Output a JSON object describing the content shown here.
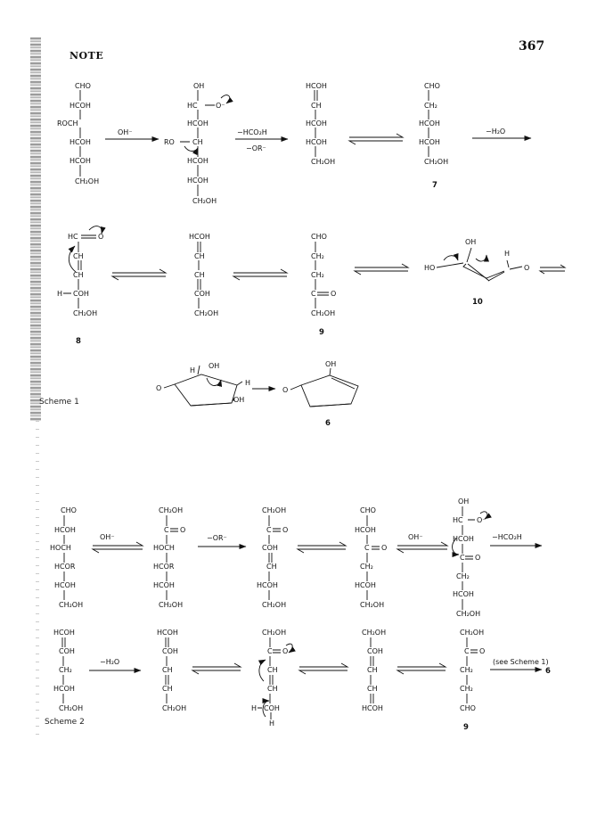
{
  "header": {
    "section": "NOTE",
    "page_number": "367"
  },
  "scheme1": {
    "label": "Scheme 1",
    "structures": {
      "s1": [
        "CHO",
        "HCOH",
        "ROCH",
        "HCOH",
        "HCOH",
        "CH₂OH"
      ],
      "s2": [
        "OH",
        "HC",
        "O⁻",
        "HCOH",
        "RO",
        "CH",
        "HCOH",
        "HCOH",
        "CH₂OH"
      ],
      "s3": [
        "HCOH",
        "CH",
        "HCOH",
        "HCOH",
        "CH₂OH"
      ],
      "s4": [
        "CHO",
        "CH₂",
        "HCOH",
        "HCOH",
        "CH₂OH"
      ],
      "s5": [
        "HC",
        "O",
        "CH",
        "CH",
        "H",
        "COH",
        "CH₂OH"
      ],
      "s6": [
        "HCOH",
        "CH",
        "CH",
        "COH",
        "CH₂OH"
      ],
      "s7": [
        "CHO",
        "CH₂",
        "CH₂",
        "C",
        "O",
        "CH₂OH"
      ],
      "s8": [
        "OH",
        "H",
        "HO",
        "O"
      ],
      "s9": [
        "H",
        "OH",
        "H",
        "OH",
        "O"
      ],
      "s10": [
        "OH",
        "O"
      ]
    },
    "reagents": {
      "r1": "OH⁻",
      "r2a": "−HCO₂H",
      "r2b": "−OR⁻",
      "r4": "−H₂O"
    },
    "compound_numbers": {
      "c7": "7",
      "c8": "8",
      "c9": "9",
      "c10": "10",
      "c6": "6"
    }
  },
  "scheme2": {
    "label": "Scheme 2",
    "structures": {
      "t1": [
        "CHO",
        "HCOH",
        "HOCH",
        "HCOR",
        "HCOH",
        "CH₂OH"
      ],
      "t2": [
        "CH₂OH",
        "C",
        "O",
        "HOCH",
        "HCOR",
        "HCOH",
        "CH₂OH"
      ],
      "t3": [
        "CH₂OH",
        "C",
        "O",
        "COH",
        "CH",
        "HCOH",
        "CH₂OH"
      ],
      "t4": [
        "CHO",
        "HCOH",
        "C",
        "O",
        "CH₂",
        "HCOH",
        "CH₂OH"
      ],
      "t5": [
        "OH",
        "HC",
        "O⁻",
        "HCOH",
        "C",
        "O",
        "CH₂",
        "HCOH",
        "CH₂OH"
      ],
      "u1": [
        "HCOH",
        "COH",
        "CH₂",
        "HCOH",
        "CH₂OH"
      ],
      "u2": [
        "HCOH",
        "COH",
        "CH",
        "CH",
        "CH₂OH"
      ],
      "u3": [
        "CH₂OH",
        "C",
        "O",
        "CH",
        "CH",
        "H",
        "COH",
        "H"
      ],
      "u4": [
        "CH₂OH",
        "COH",
        "CH",
        "CH",
        "HCOH"
      ],
      "u5": [
        "CH₂OH",
        "C",
        "O",
        "CH₂",
        "CH₂",
        "CHO"
      ]
    },
    "reagents": {
      "q1": "OH⁻",
      "q2": "−OR⁻",
      "q4": "OH⁻",
      "q5": "−HCO₂H",
      "q6": "−H₂O",
      "q10": "(see Scheme 1)"
    },
    "compound_numbers": {
      "d9": "9",
      "d6": "6"
    }
  }
}
